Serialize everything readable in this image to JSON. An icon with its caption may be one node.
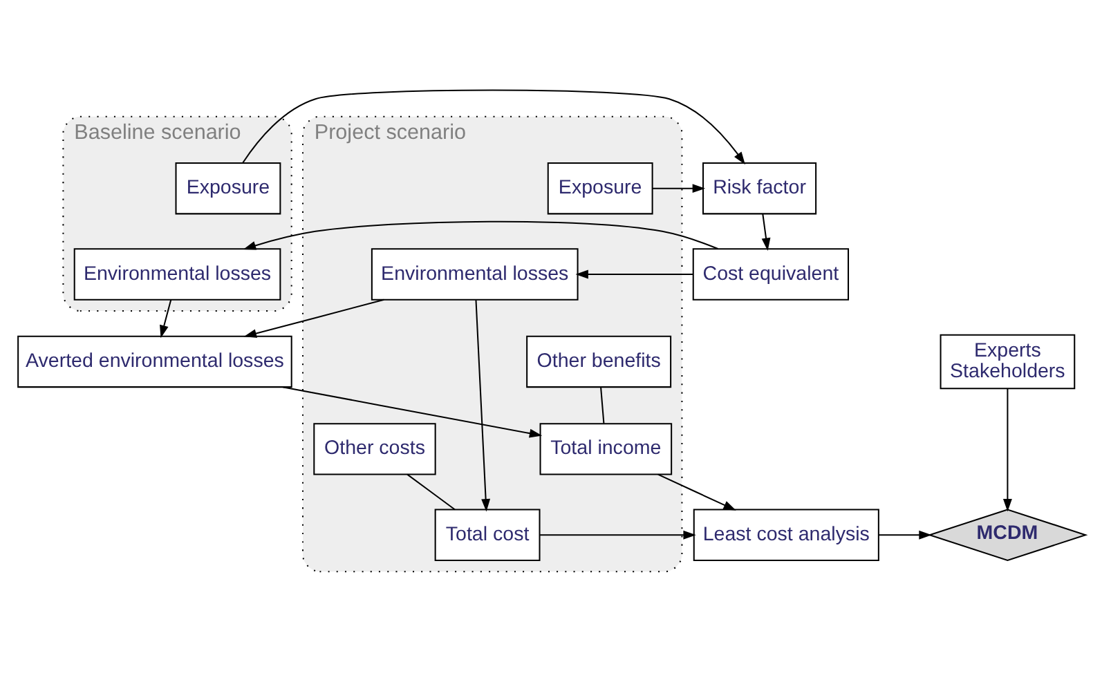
{
  "diagram": {
    "nodes": [
      {
        "text": [
          "Baseline scenario"
        ]
      },
      {
        "text": [
          "Exposure"
        ],
        "in": 0
      },
      {
        "text": [
          "Environmental losses"
        ],
        "in": 0
      },
      {
        "text": [
          "Risk factor"
        ]
      },
      {
        "text": [
          "Cost equivalent"
        ]
      },
      {
        "text": [
          "Averted environmental losses"
        ]
      },
      {
        "text": [
          "Project scenario"
        ]
      },
      {
        "text": [
          "Exposure"
        ],
        "in": 6
      },
      {
        "text": [
          "Environmental losses"
        ],
        "in": 6
      },
      {
        "text": [
          "Other benefits"
        ],
        "in": 6
      },
      {
        "text": [
          "Total income"
        ],
        "in": 6
      },
      {
        "text": [
          "Other costs"
        ],
        "in": 6
      },
      {
        "text": [
          "Total cost"
        ],
        "in": 6
      },
      {
        "text": [
          "Experts",
          "Stakeholders"
        ]
      },
      {
        "text": [
          "MCDM"
        ]
      },
      {
        "text": [
          "Least cost analysis"
        ]
      }
    ],
    "edges": [
      {
        "from": 1,
        "to": 3,
        "arrow": "to"
      },
      {
        "from": 7,
        "to": 3,
        "arrow": "to"
      },
      {
        "from": 3,
        "to": 4,
        "arrow": "to"
      },
      {
        "from": 4,
        "to": 2,
        "arrow": "to"
      },
      {
        "from": 4,
        "to": 8,
        "arrow": "to"
      },
      {
        "from": 2,
        "to": 5,
        "arrow": "to"
      },
      {
        "from": 8,
        "to": 5,
        "arrow": "to"
      },
      {
        "from": 5,
        "to": 10,
        "arrow": "to"
      },
      {
        "from": 9,
        "to": 10,
        "arrow": "none"
      },
      {
        "from": 10,
        "to": 15,
        "arrow": "to"
      },
      {
        "from": 8,
        "to": 12,
        "arrow": "to"
      },
      {
        "from": 11,
        "to": 12,
        "arrow": "none"
      },
      {
        "from": 12,
        "to": 15,
        "arrow": "to"
      },
      {
        "from": 15,
        "to": 14,
        "arrow": "to"
      },
      {
        "from": 13,
        "to": 14,
        "arrow": "to"
      }
    ]
  }
}
